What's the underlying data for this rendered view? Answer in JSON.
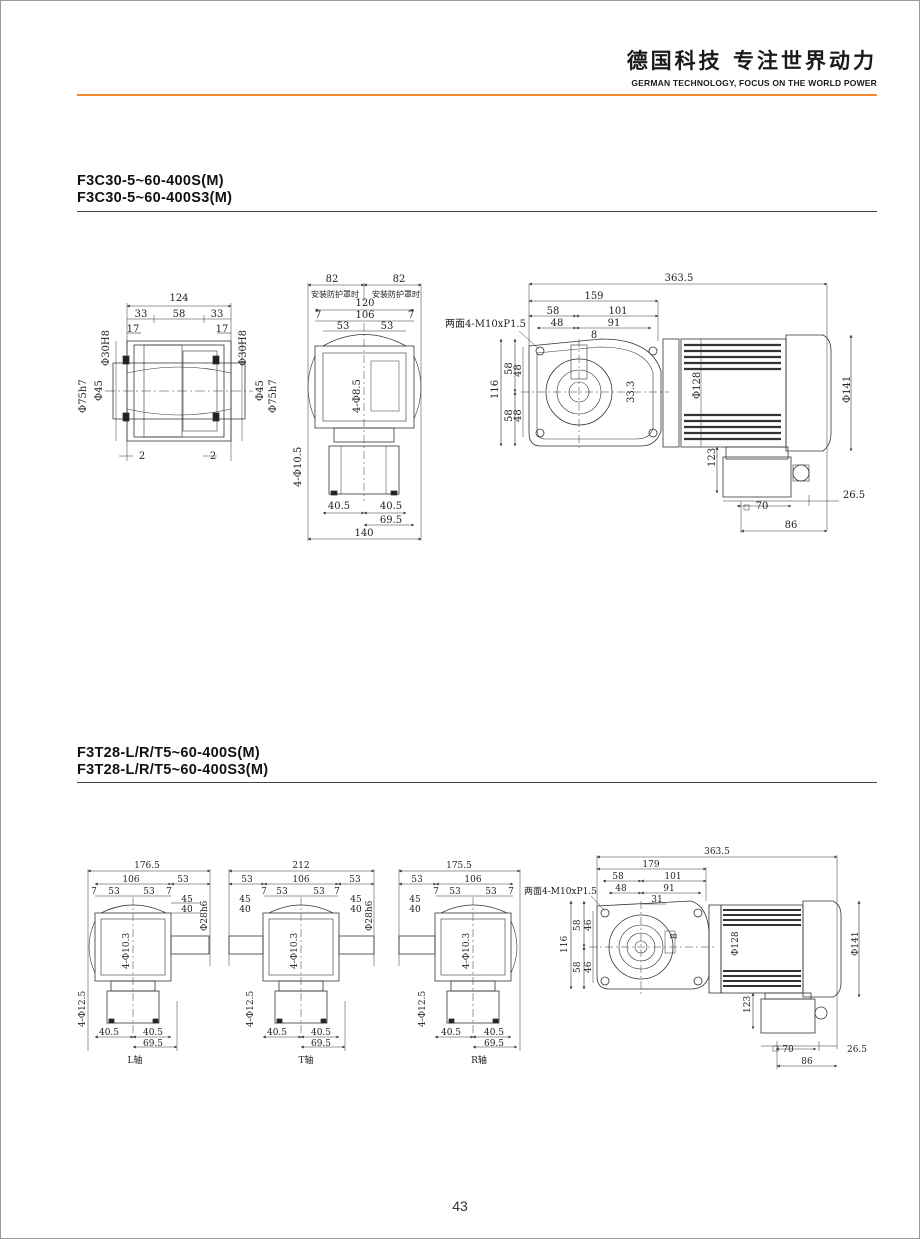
{
  "header": {
    "brand_cn": "德国科技 专注世界动力",
    "brand_en": "GERMAN TECHNOLOGY, FOCUS ON THE WORLD POWER"
  },
  "section1": {
    "title_line1": "F3C30-5~60-400S(M)",
    "title_line2": "F3C30-5~60-400S3(M)",
    "dims": {
      "d124": "124",
      "d33a": "33",
      "d58": "58",
      "d33b": "33",
      "d17a": "17",
      "d17b": "17",
      "phi30h8a": "Φ30H8",
      "phi30h8b": "Φ30H8",
      "phi75h7a": "Φ75h7",
      "phi45a": "Φ45",
      "phi45b": "Φ45",
      "phi75h7b": "Φ75h7",
      "d2a": "2",
      "d2b": "2",
      "d82a": "82",
      "d82b": "82",
      "guard_a": "安装防护罩时",
      "guard_b": "安装防护罩时",
      "d120": "120",
      "d7a": "7",
      "d106": "106",
      "d7b": "7",
      "d53a": "53",
      "d53b": "53",
      "hole8_5": "4-Φ8.5",
      "hole10_5": "4-Φ10.5",
      "d40_5a": "40.5",
      "d40_5b": "40.5",
      "d69_5": "69.5",
      "d140": "140",
      "d363_5": "363.5",
      "d159": "159",
      "d58c": "58",
      "d101": "101",
      "d48": "48",
      "d91": "91",
      "d8": "8",
      "thread": "两面4-M10xP1.5",
      "d116": "116",
      "d58d": "58",
      "d48b": "48",
      "d58e": "58",
      "d48c": "48",
      "d33_3": "33.3",
      "phi128": "Φ128",
      "phi141": "Φ141",
      "d123": "123",
      "d26_5": "26.5",
      "d70": "70",
      "d86": "86"
    }
  },
  "section2": {
    "title_line1": "F3T28-L/R/T5~60-400S(M)",
    "title_line2": "F3T28-L/R/T5~60-400S3(M)",
    "views": [
      {
        "top": "176.5",
        "d106": "106",
        "d53r": "53",
        "d7a": "7",
        "d53a": "53",
        "d53b": "53",
        "d7b": "7",
        "d45": "45",
        "d40": "40",
        "shaft": "Φ28h6",
        "hole10": "4-Φ10.3",
        "hole12": "4-Φ12.5",
        "d40_5a": "40.5",
        "d40_5b": "40.5",
        "d69_5": "69.5",
        "caption": "L轴"
      },
      {
        "top": "212",
        "d53l": "53",
        "d106": "106",
        "d53r": "53",
        "d45l": "45",
        "d40l": "40",
        "d7a": "7",
        "d53a": "53",
        "d53b": "53",
        "d7b": "7",
        "d45": "45",
        "d40": "40",
        "shaft": "Φ28h6",
        "hole10": "4-Φ10.3",
        "hole12": "4-Φ12.5",
        "d40_5a": "40.5",
        "d40_5b": "40.5",
        "d69_5": "69.5",
        "caption": "T轴"
      },
      {
        "top": "175.5",
        "d53l": "53",
        "d106": "106",
        "d45l": "45",
        "d40l": "40",
        "d7a": "7",
        "d53a": "53",
        "d53b": "53",
        "d7b": "7",
        "hole10": "4-Φ10.3",
        "hole12": "4-Φ12.5",
        "d40_5a": "40.5",
        "d40_5b": "40.5",
        "d69_5": "69.5",
        "caption": "R轴"
      }
    ],
    "motor": {
      "d363_5": "363.5",
      "d179": "179",
      "d58": "58",
      "d101": "101",
      "d48": "48",
      "d91": "91",
      "d31": "31",
      "thread": "两面4-M10xP1.5",
      "d116": "116",
      "d58a": "58",
      "d46a": "46",
      "d58b": "58",
      "d46b": "46",
      "d8": "8",
      "phi128": "Φ128",
      "phi141": "Φ141",
      "d123": "123",
      "d70": "70",
      "d26_5": "26.5",
      "d86": "86"
    }
  },
  "footer": {
    "page_number": "43"
  }
}
